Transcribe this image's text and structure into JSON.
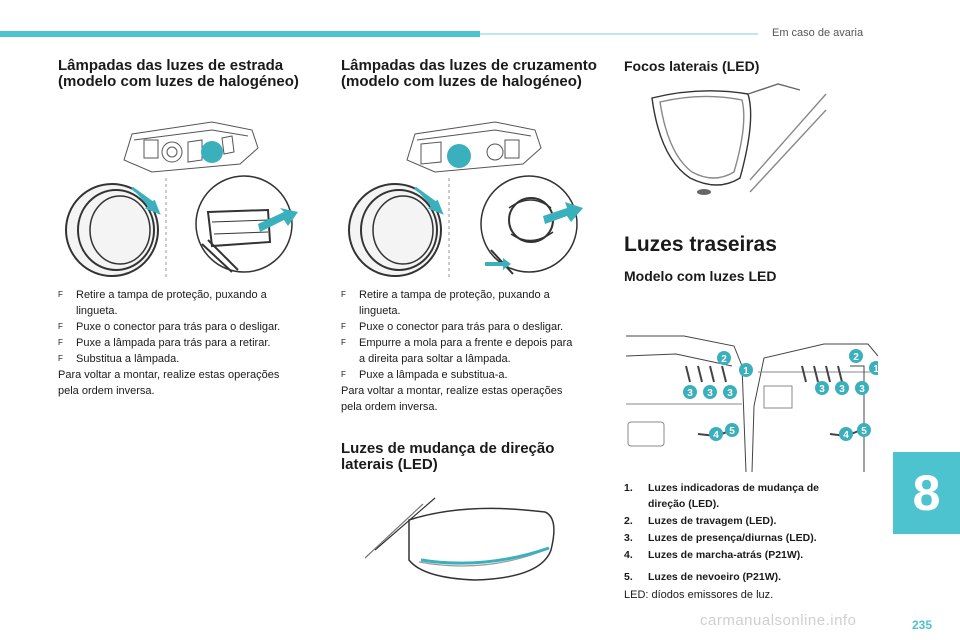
{
  "header": {
    "section": "Em caso de avaria"
  },
  "chapter": {
    "number": "8"
  },
  "page": {
    "number": "235"
  },
  "watermark": "carmanualsonline.info",
  "col1": {
    "title_line1": "Lâmpadas das luzes de estrada",
    "title_line2": "(modelo com luzes de halogéneo)",
    "steps": [
      {
        "line1": "Retire a tampa de proteção, puxando a",
        "line2": "lingueta."
      },
      {
        "line1": "Puxe o conector para trás para o desligar."
      },
      {
        "line1": "Puxe a lâmpada para trás para a retirar."
      },
      {
        "line1": "Substitua a lâmpada."
      }
    ],
    "note_line1": "Para voltar a montar, realize estas operações",
    "note_line2": "pela ordem inversa."
  },
  "col2": {
    "title_line1": "Lâmpadas das luzes de cruzamento",
    "title_line2": "(modelo com luzes de halogéneo)",
    "steps": [
      {
        "line1": "Retire a tampa de proteção, puxando a",
        "line2": "lingueta."
      },
      {
        "line1": "Puxe o conector para trás para o desligar."
      },
      {
        "line1": "Empurre a mola para a frente e depois para",
        "line2": "a direita para soltar a lâmpada."
      },
      {
        "line1": "Puxe a lâmpada e substitua-a."
      }
    ],
    "note_line1": "Para voltar a montar, realize estas operações",
    "note_line2": "pela ordem inversa.",
    "turn_title_line1": "Luzes de mudança de direção",
    "turn_title_line2": "laterais (LED)"
  },
  "col3": {
    "side_title": "Focos laterais (LED)",
    "rear_title": "Luzes traseiras",
    "rear_subtitle": "Modelo com luzes LED",
    "legend": [
      {
        "num": "1.",
        "line1": "Luzes indicadoras de mudança de",
        "line2": "direção (LED)."
      },
      {
        "num": "2.",
        "line1": "Luzes de travagem (LED)."
      },
      {
        "num": "3.",
        "line1": "Luzes de presença/diurnas (LED)."
      },
      {
        "num": "4.",
        "line1": "Luzes de marcha-atrás (P21W)."
      },
      {
        "num": "5.",
        "line1": "Luzes de nevoeiro (P21W)."
      }
    ],
    "led_note": "LED: díodos emissores de luz."
  },
  "step_marker": "F",
  "callouts": [
    "1",
    "2",
    "3",
    "4",
    "5"
  ],
  "colors": {
    "accent": "#4dc3cf",
    "callout": "#3bb0bd"
  },
  "icons": [
    "headlamp-icon",
    "cover-icon",
    "connector-arrow-icon",
    "mirror-icon",
    "tail-light-icon"
  ]
}
